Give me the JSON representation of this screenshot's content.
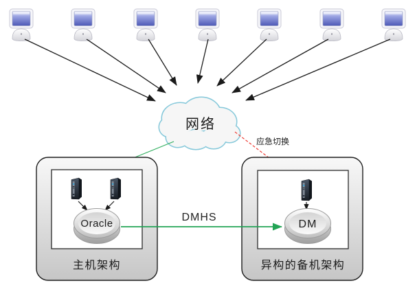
{
  "diagram": {
    "type": "network-architecture-diagram",
    "clients": {
      "count": 7,
      "icon": "desktop-computer-icon"
    },
    "cloud": {
      "label": "网络",
      "border_color": "#85c8da",
      "fill_color": "#f6f6f6"
    },
    "failover": {
      "label": "应急切换",
      "color": "#ee3b33",
      "line_style": "dashed"
    },
    "replication": {
      "label": "DMHS",
      "color": "#22a455",
      "line_style": "solid"
    },
    "cloud_to_primary": {
      "color": "#2fae5e",
      "line_style": "solid"
    },
    "primary": {
      "caption": "主机架构",
      "db_label": "Oracle",
      "server_count": 2,
      "server_icon": "tower-server-icon",
      "db_icon": "database-disc-icon"
    },
    "standby": {
      "caption": "异构的备机架构",
      "db_label": "DM",
      "server_count": 1,
      "server_icon": "tower-server-icon",
      "db_icon": "database-disc-icon"
    },
    "colors": {
      "client_arrow": "#1a1a1a",
      "box_border": "#1c1c1c",
      "inner_box_border": "#2a2a2a",
      "box_fill_top": "#f8f8f8",
      "box_fill_bottom": "#c6c6c6"
    }
  }
}
